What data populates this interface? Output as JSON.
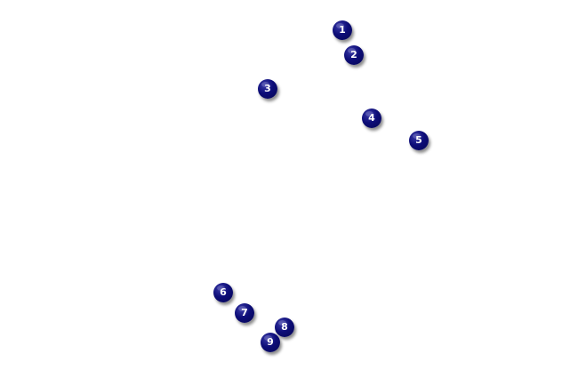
{
  "map": {
    "background": "#ffffff",
    "marker_color": "#0d0d78",
    "marker_text_color": "#ffffff",
    "markers": [
      {
        "label": "1"
      },
      {
        "label": "2"
      },
      {
        "label": "3"
      },
      {
        "label": "4"
      },
      {
        "label": "5"
      },
      {
        "label": "6"
      },
      {
        "label": "7"
      },
      {
        "label": "8"
      },
      {
        "label": "9"
      }
    ]
  }
}
